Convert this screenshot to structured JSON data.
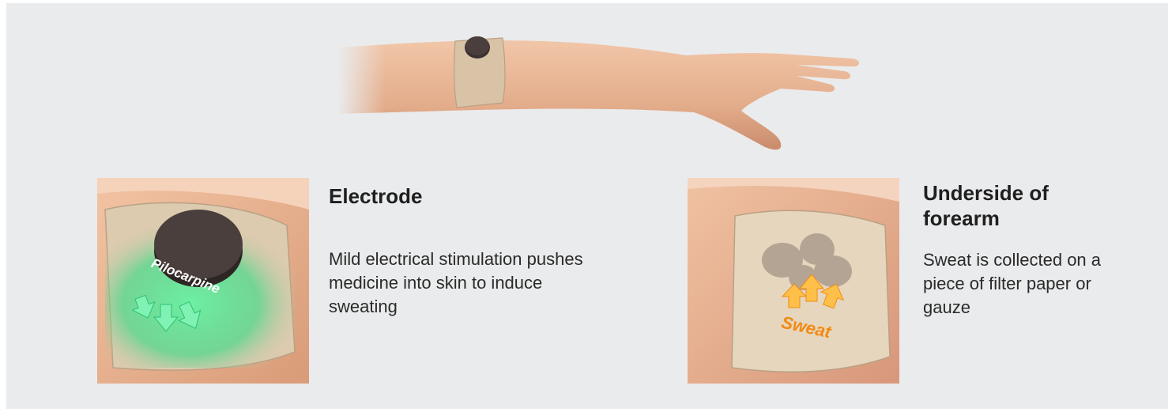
{
  "panels": {
    "electrode": {
      "title": "Electrode",
      "body": "Mild electrical stimulation pushes medicine into skin to induce sweating",
      "label": "Pilocarpine"
    },
    "forearm": {
      "title": "Underside of forearm",
      "body": "Sweat is collected on a piece of filter paper or gauze",
      "label": "Sweat"
    }
  },
  "colors": {
    "background": "#eaebec",
    "skin": "#e7b596",
    "band": "#d8c3a8",
    "electrode_disc": "#3b3230",
    "pilocarpine_glow": "#39e08a",
    "sweat_orange": "#f59a1e"
  }
}
